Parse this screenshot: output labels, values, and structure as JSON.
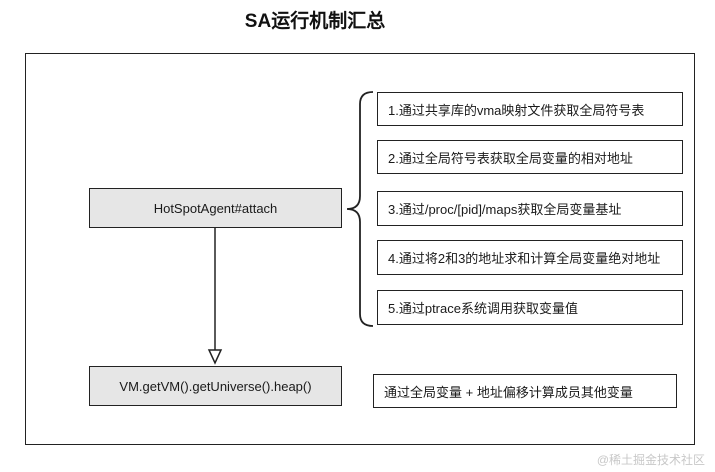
{
  "title": "SA运行机制汇总",
  "attach_node": "HotSpotAgent#attach",
  "heap_node": "VM.getVM().getUniverse().heap()",
  "steps": [
    "1.通过共享库的vma映射文件获取全局符号表",
    "2.通过全局符号表获取全局变量的相对地址",
    "3.通过/proc/[pid]/maps获取全局变量基址",
    "4.通过将2和3的地址求和计算全局变量绝对地址",
    "5.通过ptrace系统调用获取变量值"
  ],
  "note": "通过全局变量 + 地址偏移计算成员其他变量",
  "watermark": "@稀土掘金技术社区"
}
